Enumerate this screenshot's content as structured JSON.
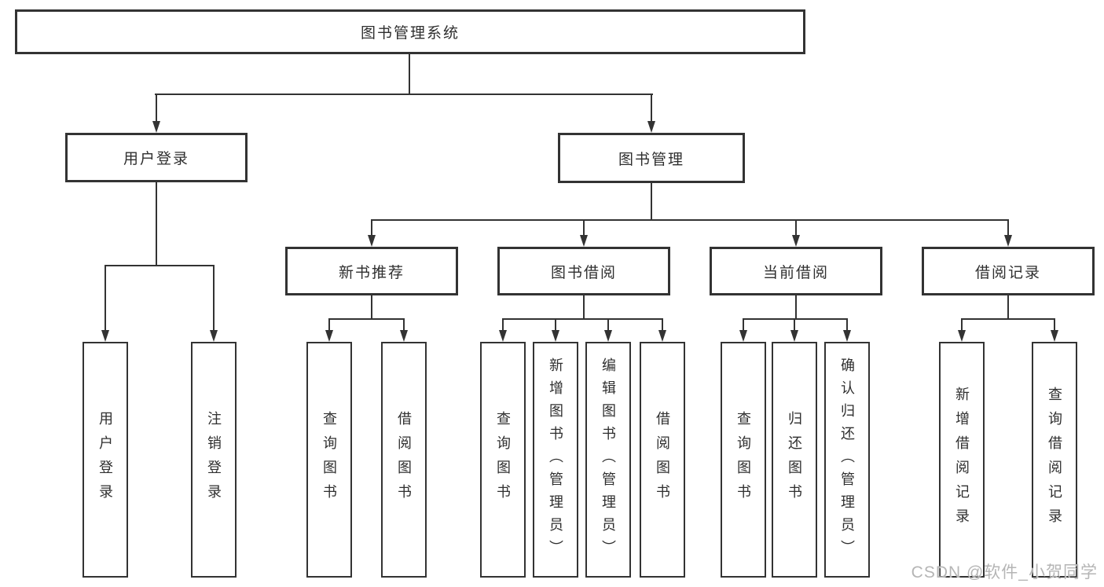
{
  "watermark": "CSDN @软件_小贺同学",
  "colors": {
    "line": "#333333",
    "box_fill": "#ffffff",
    "text": "#2f2f2f",
    "watermark": "#b5b5b5"
  },
  "tree": {
    "root": "图书管理系统",
    "branches": {
      "user_login": {
        "label": "用户登录",
        "children": {
          "login": "用户登录",
          "logout": "注销登录"
        }
      },
      "book_mgmt": {
        "label": "图书管理",
        "sections": {
          "new_book_rec": {
            "label": "新书推荐",
            "children": {
              "query": "查询图书",
              "borrow": "借阅图书"
            }
          },
          "book_borrow": {
            "label": "图书借阅",
            "children": {
              "query": "查询图书",
              "add": "新增图书（管理员）",
              "edit": "编辑图书（管理员）",
              "borrow": "借阅图书"
            }
          },
          "current_borrow": {
            "label": "当前借阅",
            "children": {
              "query": "查询图书",
              "return": "归还图书",
              "confirm": "确认归还（管理员）"
            }
          },
          "borrow_record": {
            "label": "借阅记录",
            "children": {
              "add": "新增借阅记录",
              "query": "查询借阅记录"
            }
          }
        }
      }
    }
  }
}
